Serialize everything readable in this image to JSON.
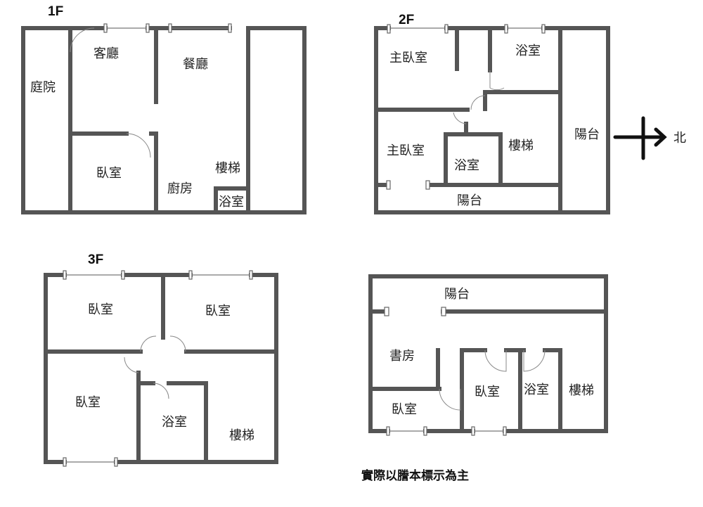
{
  "floors": {
    "f1": {
      "title": "1F",
      "rooms": [
        "庭院",
        "客廳",
        "餐廳",
        "臥室",
        "廚房",
        "樓梯",
        "浴室"
      ]
    },
    "f2": {
      "title": "2F",
      "rooms": [
        "主臥室",
        "浴室",
        "主臥室",
        "浴室",
        "樓梯",
        "陽台",
        "陽台"
      ]
    },
    "f3": {
      "title": "3F",
      "rooms": [
        "臥室",
        "臥室",
        "臥室",
        "浴室",
        "樓梯"
      ]
    },
    "f4": {
      "rooms": [
        "陽台",
        "書房",
        "臥室",
        "臥室",
        "浴室",
        "樓梯"
      ]
    }
  },
  "compass": {
    "label": "北",
    "icon": "north-arrow-icon"
  },
  "note": "實際以謄本標示為主",
  "colors": {
    "wall": "#555555",
    "text": "#222222"
  }
}
